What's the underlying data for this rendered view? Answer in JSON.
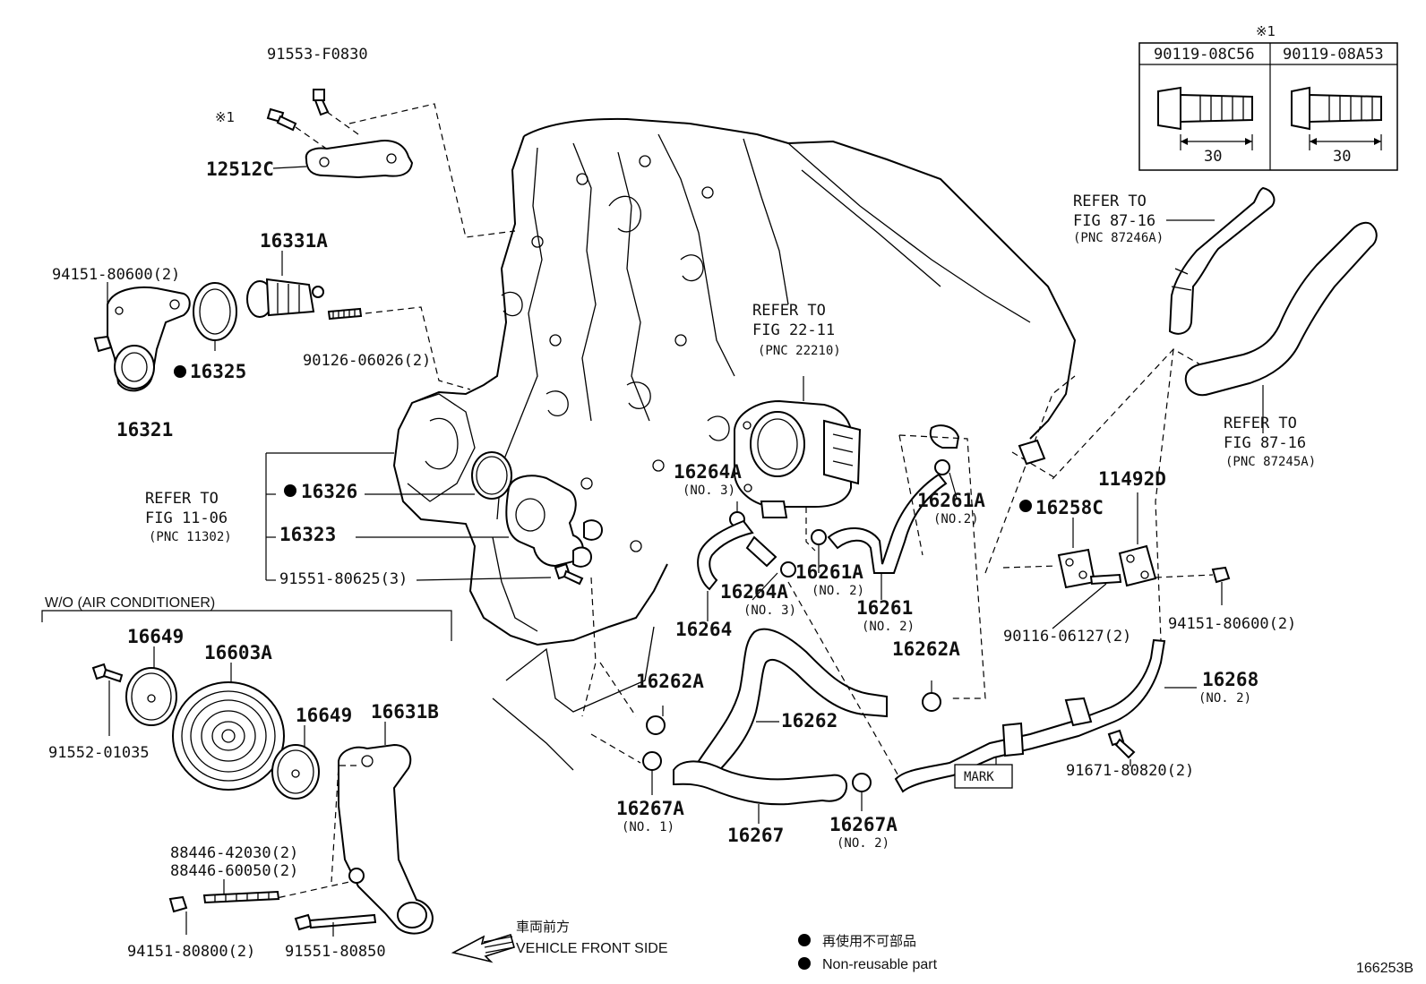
{
  "parts": {
    "p_91553_F0830": "91553-F0830",
    "p_ref1": "※1",
    "p_12512C": "12512C",
    "p_16331A": "16331A",
    "p_94151_80600_2_top": "94151-80600(2)",
    "p_16325": "16325",
    "p_90126_06026_2": "90126-06026(2)",
    "p_16321": "16321",
    "p_16326": "16326",
    "p_16323": "16323",
    "p_91551_80625_3": "91551-80625(3)",
    "p_16649_a": "16649",
    "p_16603A": "16603A",
    "p_16649_b": "16649",
    "p_16631B": "16631B",
    "p_91552_01035": "91552-01035",
    "p_88446_42030_2": "88446-42030(2)",
    "p_88446_60050_2": "88446-60050(2)",
    "p_94151_80800_2": "94151-80800(2)",
    "p_91551_80850": "91551-80850",
    "p_16264A_a": "16264A",
    "p_16264A_b": "16264A",
    "p_16264": "16264",
    "p_16261A_a": "16261A",
    "p_16261A_b": "16261A",
    "p_16261": "16261",
    "p_16262A_a": "16262A",
    "p_16262A_b": "16262A",
    "p_16262": "16262",
    "p_16267A_a": "16267A",
    "p_16267A_b": "16267A",
    "p_16267": "16267",
    "p_16258C": "16258C",
    "p_11492D": "11492D",
    "p_90116_06127_2": "90116-06127(2)",
    "p_94151_80600_2_right": "94151-80600(2)",
    "p_16268": "16268",
    "p_91671_80820_2": "91671-80820(2)"
  },
  "qualifiers": {
    "no3_a": "(NO. 3)",
    "no3_b": "(NO. 3)",
    "no2_a": "(NO.2)",
    "no2_b": "(NO. 2)",
    "no2_c": "(NO. 2)",
    "no2_d": "(NO. 2)",
    "no2_e": "(NO. 2)",
    "no1": "(NO. 1)"
  },
  "refs": {
    "ref_22_11": {
      "l1": "REFER TO",
      "l2": "FIG 22-11",
      "l3": "(PNC 22210)"
    },
    "ref_11_06": {
      "l1": "REFER TO",
      "l2": "FIG 11-06",
      "l3": "(PNC 11302)"
    },
    "ref_87_16_a": {
      "l1": "REFER TO",
      "l2": "FIG 87-16",
      "l3": "(PNC 87246A)"
    },
    "ref_87_16_b": {
      "l1": "REFER TO",
      "l2": "FIG 87-16",
      "l3": "(PNC 87245A)"
    }
  },
  "inset": {
    "marker": "※1",
    "col1_part": "90119-08C56",
    "col2_part": "90119-08A53",
    "col1_dim": "30",
    "col2_dim": "30"
  },
  "labels": {
    "wo_ac": "W/O (AIR CONDITIONER)",
    "mark": "MARK",
    "front_jp": "車両前方",
    "front_en": "VEHICLE FRONT SIDE"
  },
  "legend": {
    "jp": "再使用不可部品",
    "en": "Non-reusable part"
  },
  "figure_id": "166253B"
}
